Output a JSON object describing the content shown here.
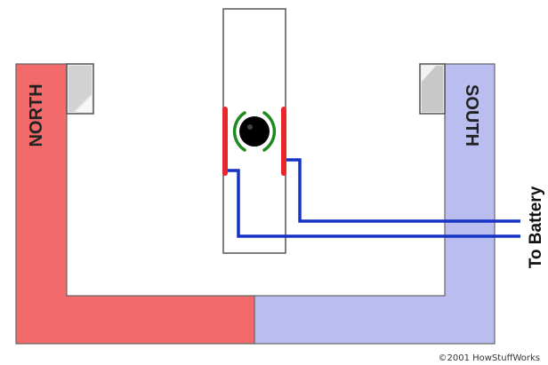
{
  "labels": {
    "north": "NORTH",
    "south": "SOUTH",
    "battery": "To Battery",
    "credit": "©2001 HowStuffWorks"
  },
  "colors": {
    "north_magnet": "#f26a6a",
    "south_magnet": "#b9bdf0",
    "wire": "#1533c4",
    "brush": "#e8262b",
    "field_arc": "#1f8a1f",
    "axle": "#000000",
    "outline": "#555555",
    "pole_tip": "#cfcfcf"
  },
  "icons": {
    "armature_axle": "axle-circle-icon",
    "field_arcs": "field-arc-icon",
    "pole_tips": "pole-tip-icon"
  }
}
